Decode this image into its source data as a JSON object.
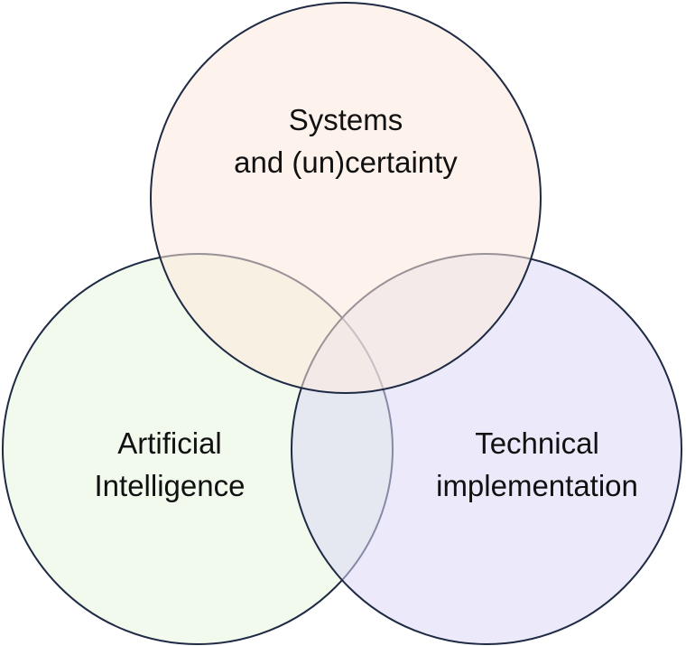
{
  "diagram": {
    "type": "venn",
    "sets": [
      {
        "id": "systems",
        "label_lines": [
          "Systems",
          "and (un)certainty"
        ],
        "fill": "#fdeadc",
        "stroke": "#1f2a44"
      },
      {
        "id": "ai",
        "label_lines": [
          "Artificial",
          "Intelligence"
        ],
        "fill": "#e6f6dd",
        "stroke": "#1f2a44"
      },
      {
        "id": "technical",
        "label_lines": [
          "Technical",
          "implementation"
        ],
        "fill": "#ddd9f6",
        "stroke": "#1f2a44"
      }
    ]
  }
}
